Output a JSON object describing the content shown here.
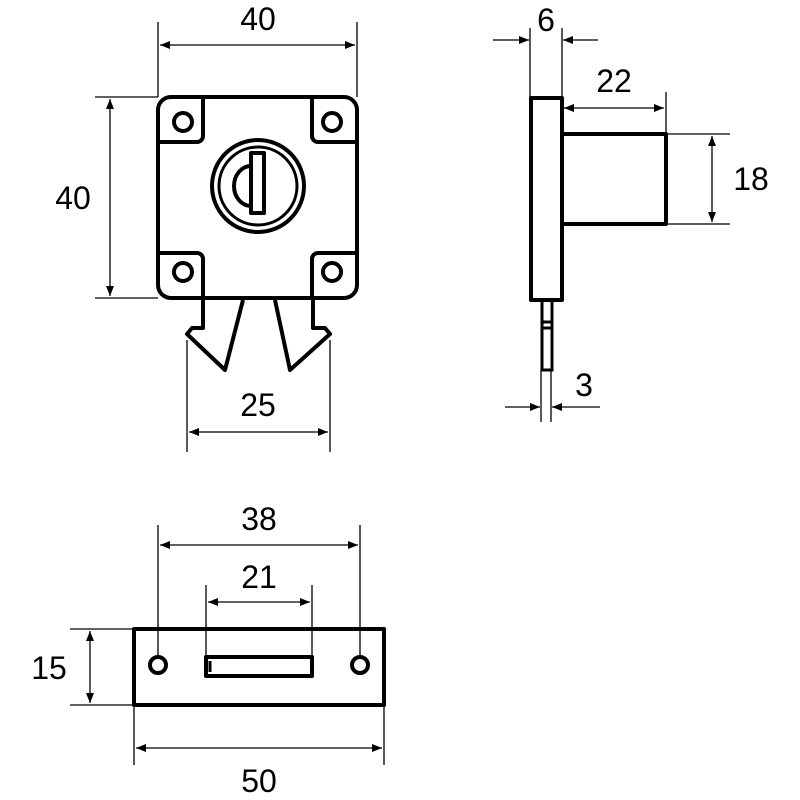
{
  "dimensions": {
    "front_width": "40",
    "front_height": "40",
    "bolt_span": "25",
    "side_plate_thickness": "6",
    "side_cylinder_length": "22",
    "side_cylinder_height": "18",
    "side_tab_thickness": "3",
    "strike_hole_spacing": "38",
    "strike_slot_width": "21",
    "strike_height": "15",
    "strike_width": "50"
  },
  "colors": {
    "line": "#000000",
    "background": "#ffffff"
  }
}
